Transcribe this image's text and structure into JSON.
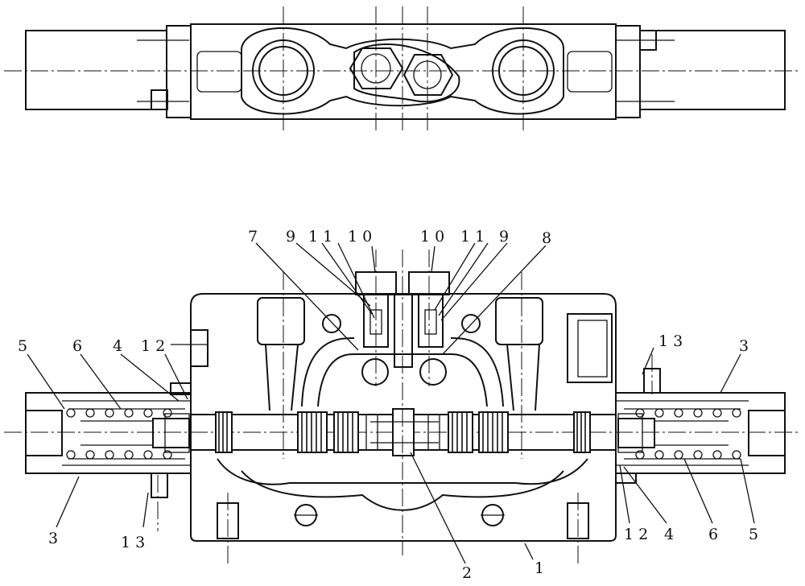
{
  "callouts": [
    {
      "id": "c7",
      "text": "7"
    },
    {
      "id": "c9a",
      "text": "9"
    },
    {
      "id": "c11a",
      "text": "1 1"
    },
    {
      "id": "c10a",
      "text": "1 0"
    },
    {
      "id": "c10b",
      "text": "1 0"
    },
    {
      "id": "c11b",
      "text": "1 1"
    },
    {
      "id": "c9b",
      "text": "9"
    },
    {
      "id": "c8",
      "text": "8"
    },
    {
      "id": "c5a",
      "text": "5"
    },
    {
      "id": "c6a",
      "text": "6"
    },
    {
      "id": "c4a",
      "text": "4"
    },
    {
      "id": "c12a",
      "text": "1 2"
    },
    {
      "id": "c13a",
      "text": "1 3"
    },
    {
      "id": "c3a",
      "text": "3"
    },
    {
      "id": "c3b",
      "text": "3"
    },
    {
      "id": "c13b",
      "text": "1 3"
    },
    {
      "id": "c2",
      "text": "2"
    },
    {
      "id": "c1",
      "text": "1"
    },
    {
      "id": "c12b",
      "text": "1 2"
    },
    {
      "id": "c4b",
      "text": "4"
    },
    {
      "id": "c6b",
      "text": "6"
    },
    {
      "id": "c5b",
      "text": "5"
    }
  ]
}
